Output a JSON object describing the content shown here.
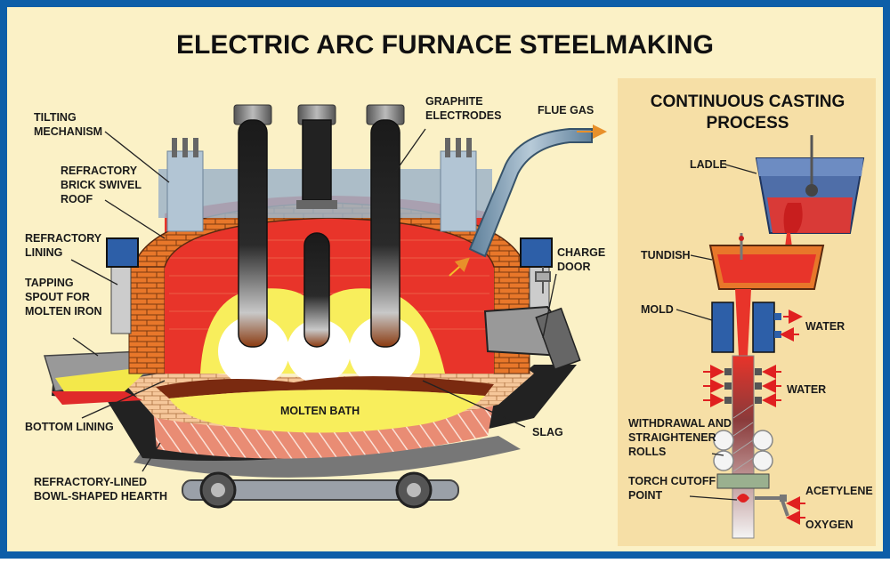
{
  "title": "ELECTRIC ARC FURNACE STEELMAKING",
  "furnace": {
    "labels": {
      "tilting_mechanism": [
        "TILTING",
        "MECHANISM"
      ],
      "swivel_roof": [
        "REFRACTORY",
        "BRICK SWIVEL",
        "ROOF"
      ],
      "refractory_lining": [
        "REFRACTORY",
        "LINING"
      ],
      "tapping_spout": [
        "TAPPING",
        "SPOUT FOR",
        "MOLTEN IRON"
      ],
      "bottom_lining": [
        "BOTTOM LINING"
      ],
      "hearth": [
        "REFRACTORY-LINED",
        "BOWL-SHAPED HEARTH"
      ],
      "electrodes": [
        "GRAPHITE",
        "ELECTRODES"
      ],
      "flue_gas": [
        "FLUE GAS"
      ],
      "charge_door": [
        "CHARGE",
        "DOOR"
      ],
      "slag": [
        "SLAG"
      ],
      "molten_bath": [
        "MOLTEN BATH"
      ]
    }
  },
  "casting": {
    "title": [
      "CONTINUOUS CASTING",
      "PROCESS"
    ],
    "labels": {
      "ladle": [
        "LADLE"
      ],
      "tundish": [
        "TUNDISH"
      ],
      "mold": [
        "MOLD"
      ],
      "water_mold": [
        "WATER"
      ],
      "water_spray": [
        "WATER"
      ],
      "rolls": [
        "WITHDRAWAL AND",
        "STRAIGHTENER",
        "ROLLS"
      ],
      "torch": [
        "TORCH CUTOFF",
        "POINT"
      ],
      "acetylene": [
        "ACETYLENE"
      ],
      "oxygen": [
        "OXYGEN"
      ]
    }
  },
  "colors": {
    "frame": "#0d5ea8",
    "background": "#fbf1c6",
    "panel": "#f6dfa6",
    "brick": "#e8772a",
    "molten": "#e8342a",
    "bath": "#f8ee5c",
    "steel_blue": "#4f6ea8"
  }
}
